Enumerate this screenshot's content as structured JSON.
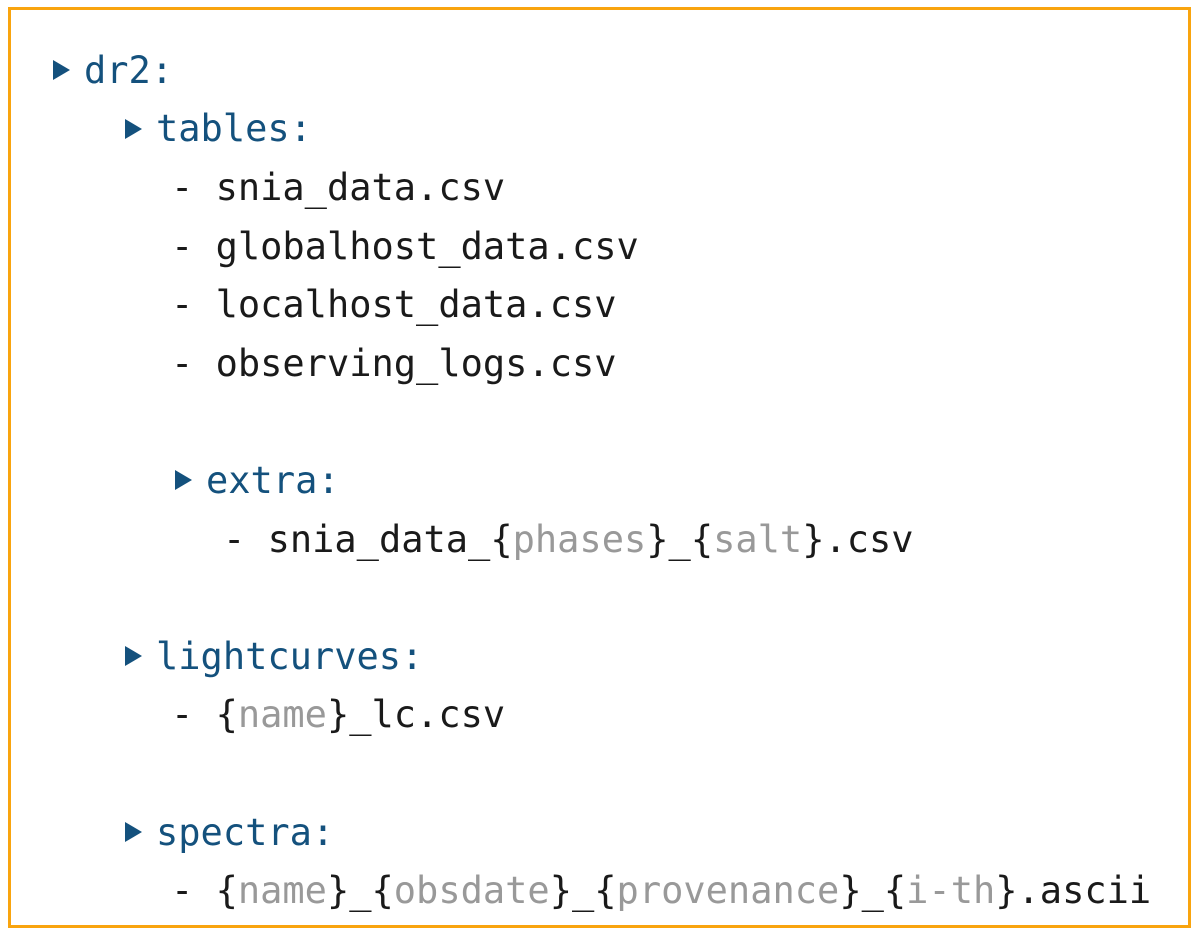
{
  "frame": {
    "border_color": "#f9a40e",
    "background": "#ffffff"
  },
  "colors": {
    "folder_blue": "#14517d",
    "file_text": "#1a1a1a",
    "placeholder_gray": "#999999"
  },
  "icons": {
    "disclosure_triangle": "right-pointing-triangle"
  },
  "tree": {
    "rows": [
      {
        "type": "folder",
        "level": 1,
        "label": "dr2:"
      },
      {
        "type": "folder",
        "level": 2,
        "label": "tables:"
      },
      {
        "type": "file",
        "level": 2,
        "bullet": "-",
        "segments": [
          {
            "text": "snia_data.csv"
          }
        ]
      },
      {
        "type": "file",
        "level": 2,
        "bullet": "-",
        "segments": [
          {
            "text": "globalhost_data.csv"
          }
        ]
      },
      {
        "type": "file",
        "level": 2,
        "bullet": "-",
        "segments": [
          {
            "text": "localhost_data.csv"
          }
        ]
      },
      {
        "type": "file",
        "level": 2,
        "bullet": "-",
        "segments": [
          {
            "text": "observing_logs.csv"
          }
        ]
      },
      {
        "type": "blank"
      },
      {
        "type": "folder",
        "level": 3,
        "label": "extra:"
      },
      {
        "type": "file",
        "level": 3,
        "bullet": "-",
        "segments": [
          {
            "text": "snia_data_{"
          },
          {
            "text": "phases",
            "muted": true
          },
          {
            "text": "}_{"
          },
          {
            "text": "salt",
            "muted": true
          },
          {
            "text": "}.csv"
          }
        ]
      },
      {
        "type": "blank"
      },
      {
        "type": "folder",
        "level": 2,
        "label": "lightcurves:"
      },
      {
        "type": "file",
        "level": 2,
        "bullet": "-",
        "segments": [
          {
            "text": "{"
          },
          {
            "text": "name",
            "muted": true
          },
          {
            "text": "}_lc.csv"
          }
        ]
      },
      {
        "type": "blank"
      },
      {
        "type": "folder",
        "level": 2,
        "label": "spectra:"
      },
      {
        "type": "file",
        "level": 2,
        "bullet": "-",
        "segments": [
          {
            "text": "{"
          },
          {
            "text": "name",
            "muted": true
          },
          {
            "text": "}_{"
          },
          {
            "text": "obsdate",
            "muted": true
          },
          {
            "text": "}_{"
          },
          {
            "text": "provenance",
            "muted": true
          },
          {
            "text": "}_{"
          },
          {
            "text": "i-th",
            "muted": true
          },
          {
            "text": "}.ascii"
          }
        ]
      }
    ]
  }
}
